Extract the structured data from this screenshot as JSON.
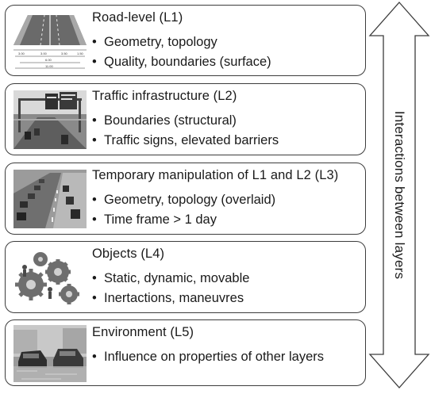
{
  "layers": [
    {
      "title": "Road-level (L1)",
      "bullets": [
        "Geometry, topology",
        "Quality, boundaries (surface)"
      ],
      "image": "road-cross-section-diagram",
      "dimension_labels": [
        "3.00",
        "3.00",
        "3.50",
        "1.50",
        "6.00",
        "11.00"
      ]
    },
    {
      "title": "Traffic infrastructure (L2)",
      "bullets": [
        "Boundaries (structural)",
        "Traffic signs, elevated barriers"
      ],
      "image": "highway-gantry-signs-photo"
    },
    {
      "title": "Temporary manipulation of L1 and L2 (L3)",
      "bullets": [
        "Geometry, topology (overlaid)",
        "Time frame > 1 day"
      ],
      "image": "roadworks-traffic-jam-photo"
    },
    {
      "title": "Objects (L4)",
      "bullets": [
        "Static, dynamic, movable",
        "Inertactions, maneuvres"
      ],
      "image": "gear-wheels-figures-icon"
    },
    {
      "title": "Environment (L5)",
      "bullets": [
        "Influence on properties of other layers"
      ],
      "image": "flooded-street-cars-photo"
    }
  ],
  "side_arrow": {
    "label": "Interactions between layers",
    "icon": "double-headed-vertical-arrow"
  }
}
